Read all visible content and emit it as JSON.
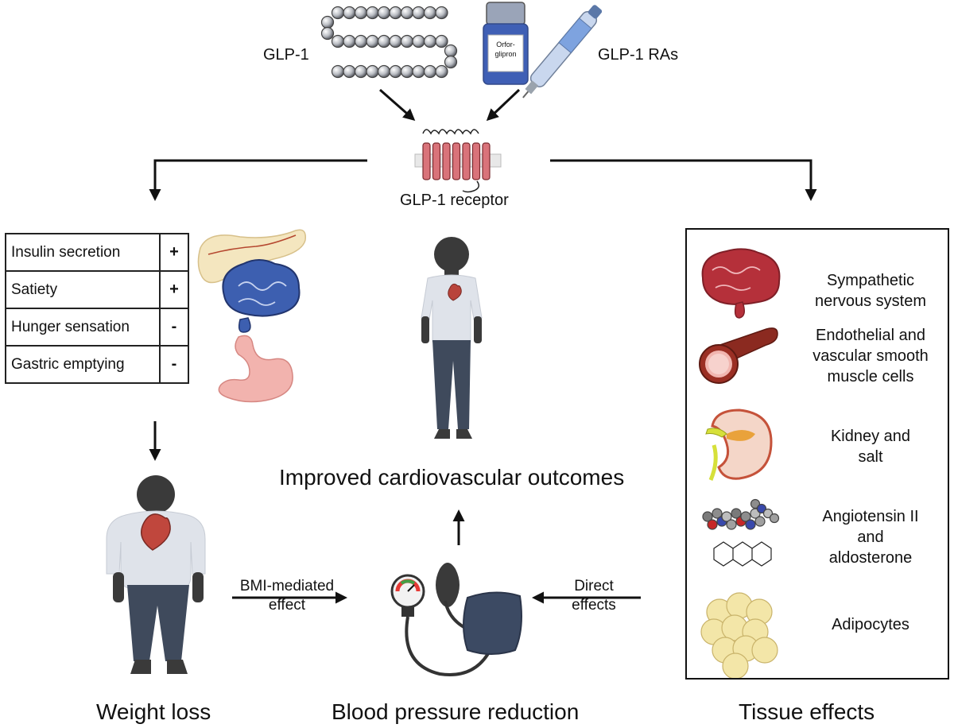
{
  "top": {
    "glp1_label": "GLP-1",
    "ras_label": "GLP-1 RAs",
    "pill_label_line1": "Orfor-",
    "pill_label_line2": "glipron",
    "receptor_label": "GLP-1 receptor"
  },
  "left_table": {
    "rows": [
      {
        "effect": "Insulin secretion",
        "sign": "+"
      },
      {
        "effect": "Satiety",
        "sign": "+"
      },
      {
        "effect": "Hunger sensation",
        "sign": "-"
      },
      {
        "effect": "Gastric emptying",
        "sign": "-"
      }
    ]
  },
  "center": {
    "outcome_title": "Improved cardiovascular outcomes",
    "bmi_line1": "BMI-mediated",
    "bmi_line2": "effect",
    "direct_line1": "Direct",
    "direct_line2": "effects"
  },
  "tissues": [
    {
      "line1": "Sympathetic",
      "line2": "nervous system",
      "line3": ""
    },
    {
      "line1": "Endothelial and",
      "line2": "vascular smooth",
      "line3": "muscle cells"
    },
    {
      "line1": "Kidney and",
      "line2": "salt",
      "line3": ""
    },
    {
      "line1": "Angiotensin II",
      "line2": "and",
      "line3": "aldosterone"
    },
    {
      "line1": "Adipocytes",
      "line2": "",
      "line3": ""
    }
  ],
  "bottom": {
    "weight_loss": "Weight loss",
    "bp_reduction": "Blood pressure reduction",
    "tissue_effects": "Tissue effects"
  },
  "colors": {
    "receptor": "#d9737a",
    "brain_red": "#b5303a",
    "brain_blue": "#2f4f9e",
    "skin": "#3a3a3a",
    "shirt": "#dfe3ea",
    "pants": "#3f4a5c",
    "cuff": "#3c4a63"
  }
}
